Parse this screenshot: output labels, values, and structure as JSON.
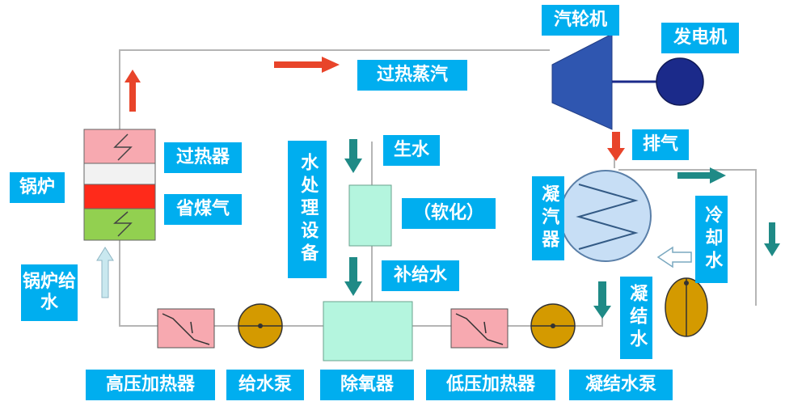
{
  "labels": {
    "turbine": "汽轮机",
    "generator": "发电机",
    "superheated_steam": "过热蒸汽",
    "exhaust": "排气",
    "superheater": "过热器",
    "boiler": "锅炉",
    "economizer": "省煤气",
    "boiler_feedwater": "锅炉给水",
    "water_treatment": "水处理设备",
    "raw_water": "生水",
    "softening": "（软化）",
    "makeup_water": "补给水",
    "condenser": "凝汽器",
    "cooling_water": "冷却水",
    "condensate": "凝结水",
    "hp_heater": "高压加热器",
    "feed_pump": "给水泵",
    "deaerator": "除氧器",
    "lp_heater": "低压加热器",
    "condensate_pump": "凝结水泵"
  },
  "colors": {
    "label_bg": "#00aeef",
    "label_text": "#ffffff",
    "steam_arrow": "#e8442a",
    "water_arrow": "#1f8a86",
    "feed_arrow": "#c9e8ef",
    "superheater_fill": "#f7a9b0",
    "drum_fill": "#f2f2f2",
    "furnace_fill": "#ff2a1a",
    "economizer_fill": "#92d050",
    "heater_fill": "#f7a9b0",
    "treatment_fill": "#b4f5de",
    "pump_fill": "#d49a00",
    "turbine_fill": "#2f56b0",
    "generator_fill": "#1b2a8a",
    "condenser_fill": "#c7def5",
    "pipe": "#b5b5b5"
  }
}
